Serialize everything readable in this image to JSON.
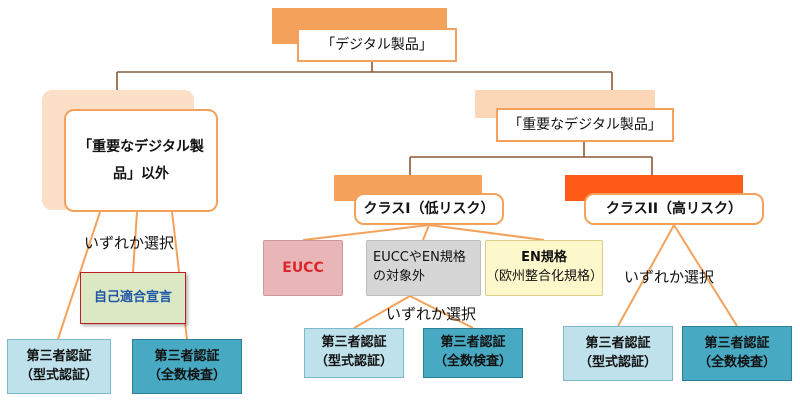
{
  "boxes": {
    "digital_products": "「デジタル製品」",
    "important_products": "「重要なデジタル製品」",
    "not_important_line1": "「重要なデジタル製",
    "not_important_line2": "品」以外",
    "class1": "クラスI（低リスク）",
    "class2": "クラスII（高リスク）",
    "eucc": "EUCC",
    "eucc_en_line1": "EUCCやEN規格",
    "eucc_en_line2": "の対象外",
    "en_line1": "EN規格",
    "en_line2": "（欧州整合化規格）",
    "self_declaration": "自己適合宣言"
  },
  "labels": {
    "choose_one_left": "いずれか選択",
    "choose_one_middle": "いずれか選択",
    "choose_one_right": "いずれか選択"
  },
  "certs": {
    "third_party": "第三者認証",
    "type_cert": "（型式認証）",
    "full_inspection": "（全数検査）"
  },
  "colors": {
    "orange_tab": "#f4a25b",
    "peach_tab": "#fbd7b8",
    "red_orange_tab": "#ff5a16",
    "connector_orange": "#f4a25b",
    "connector_brown": "#8b5a35"
  }
}
